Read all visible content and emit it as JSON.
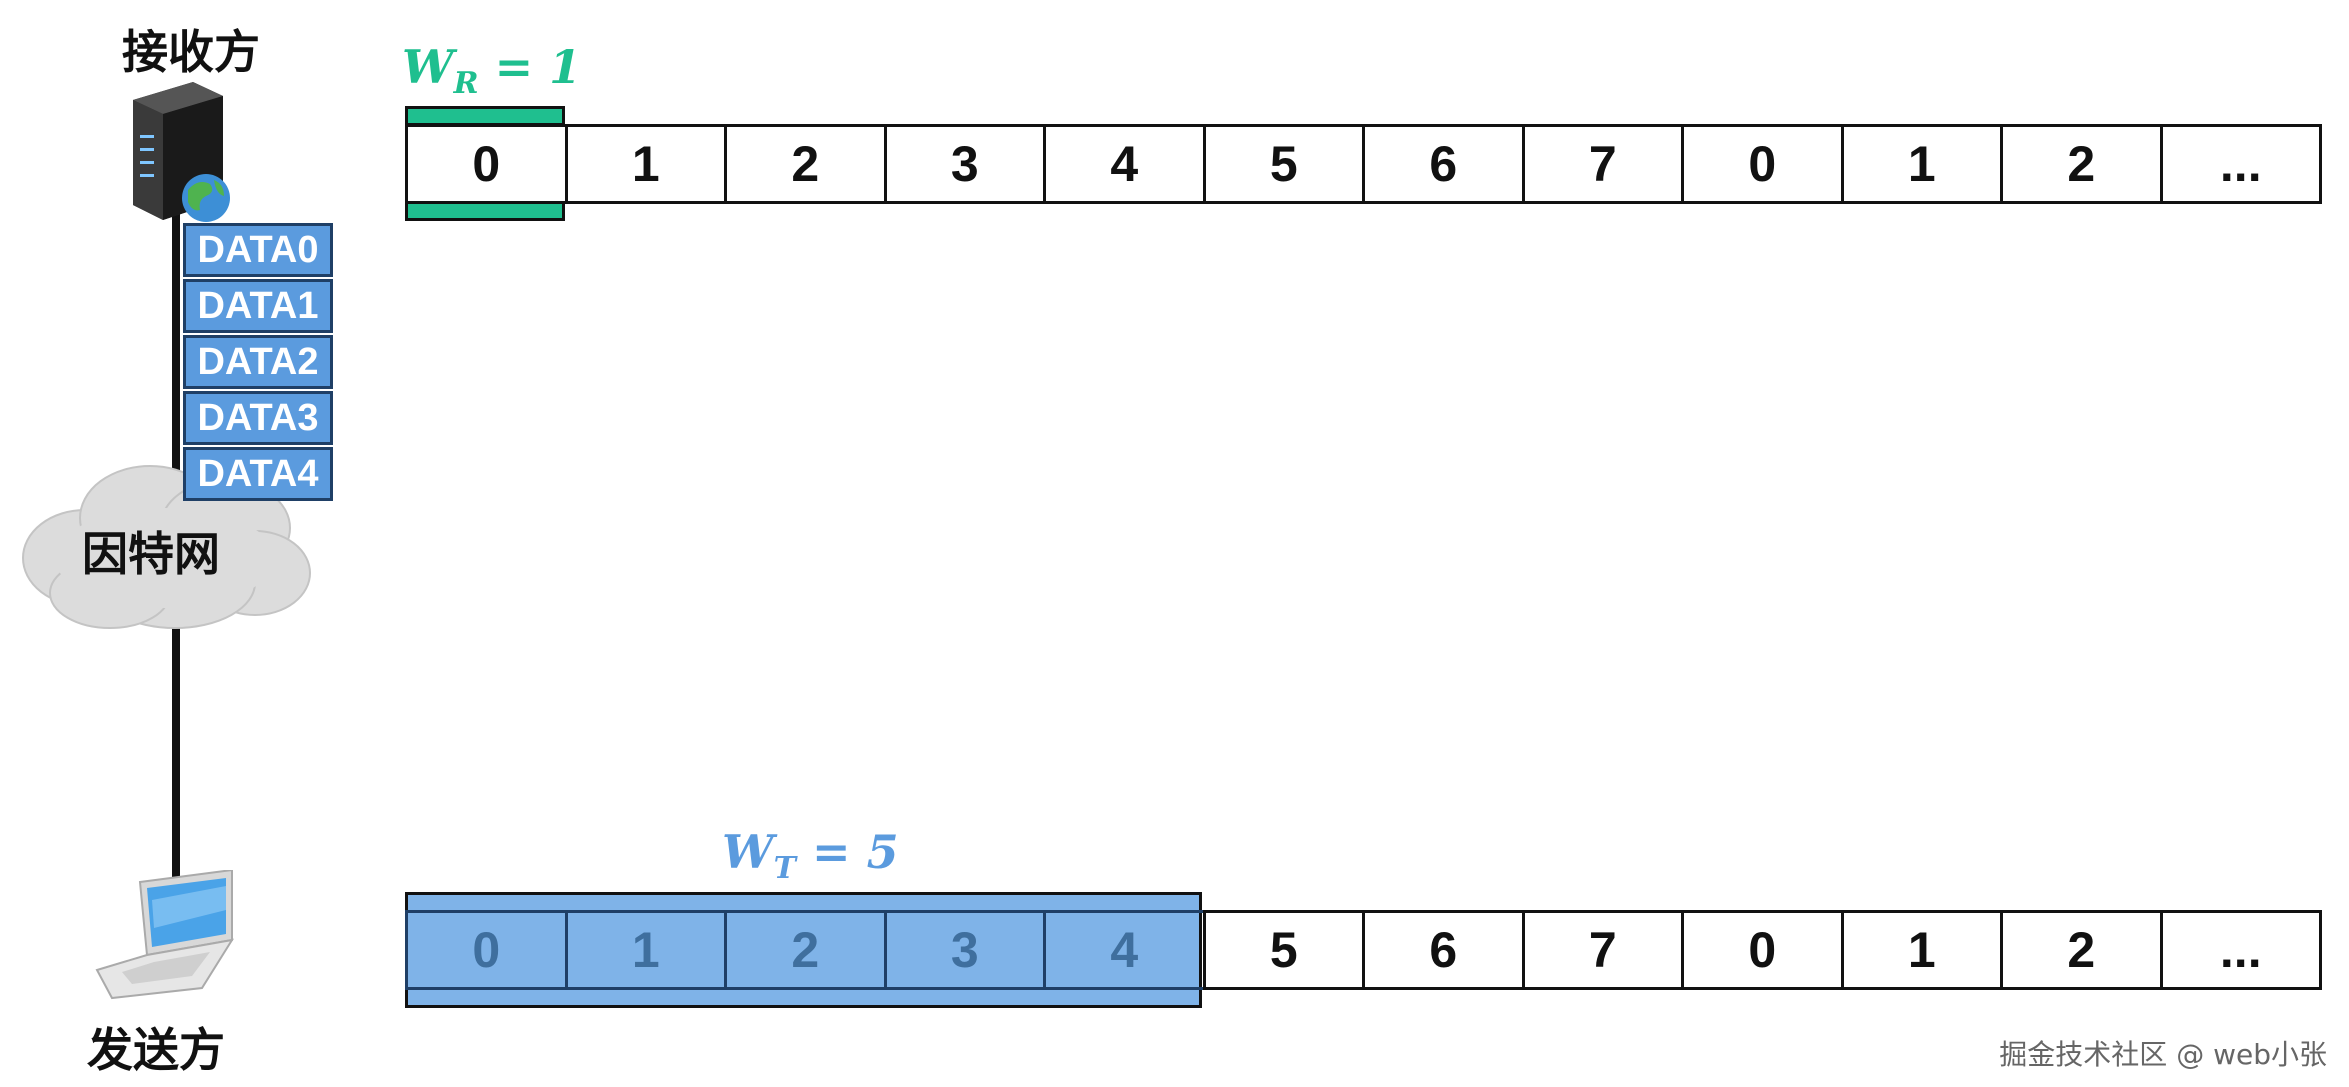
{
  "receiver": {
    "label": "接收方"
  },
  "sender": {
    "label": "发送方"
  },
  "internet": {
    "label": "因特网"
  },
  "data_packets": [
    "DATA0",
    "DATA1",
    "DATA2",
    "DATA3",
    "DATA4"
  ],
  "receiver_window": {
    "symbol": "W",
    "subscript": "R",
    "equals": "= 1",
    "size": 1,
    "color": "#1fbf8f"
  },
  "sender_window": {
    "symbol": "W",
    "subscript": "T",
    "equals": "= 5",
    "size": 5,
    "color": "#5b9bde"
  },
  "receiver_sequence": [
    "0",
    "1",
    "2",
    "3",
    "4",
    "5",
    "6",
    "7",
    "0",
    "1",
    "2",
    "..."
  ],
  "sender_sequence": [
    "0",
    "1",
    "2",
    "3",
    "4",
    "5",
    "6",
    "7",
    "0",
    "1",
    "2",
    "..."
  ],
  "watermark": "掘金技术社区 @ web小张"
}
